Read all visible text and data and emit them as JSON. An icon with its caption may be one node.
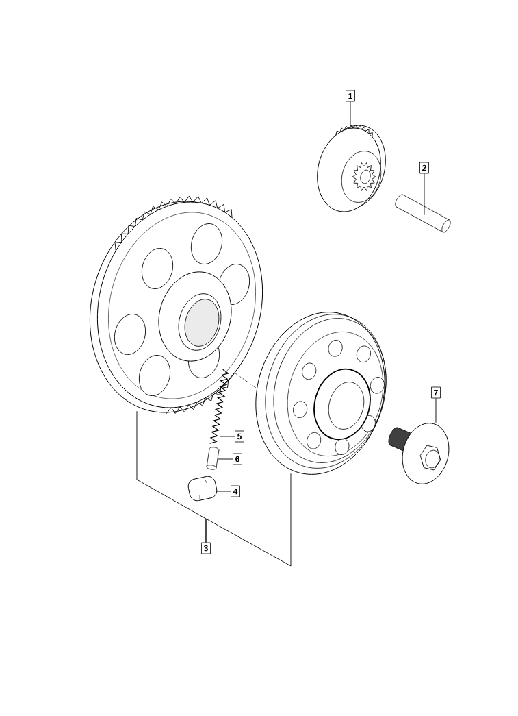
{
  "diagram": {
    "nodes": [
      {
        "text": [
          "1"
        ]
      },
      {
        "text": [
          "2"
        ]
      },
      {
        "text": [
          "7"
        ]
      },
      {
        "text": [
          "5"
        ]
      },
      {
        "text": [
          "6"
        ]
      },
      {
        "text": [
          "4"
        ]
      },
      {
        "text": [
          "3"
        ]
      },
      {
        "text": [],
        "shape": "picture"
      },
      {
        "text": [],
        "shape": "picture"
      },
      {
        "text": [],
        "shape": "picture"
      },
      {
        "text": [],
        "shape": "picture"
      },
      {
        "text": [],
        "shape": "picture"
      },
      {
        "text": [],
        "shape": "picture"
      },
      {
        "text": [],
        "shape": "picture"
      },
      {
        "text": [],
        "shape": "picture"
      }
    ],
    "edges": [
      {
        "from": 0,
        "to": 7,
        "arrow": "none"
      },
      {
        "from": 1,
        "to": 8,
        "arrow": "none"
      },
      {
        "from": 2,
        "to": 14,
        "arrow": "none"
      },
      {
        "from": 3,
        "to": 11,
        "arrow": "none"
      },
      {
        "from": 4,
        "to": 12,
        "arrow": "none"
      },
      {
        "from": 5,
        "to": 13,
        "arrow": "none"
      },
      {
        "from": 6,
        "to": 9,
        "arrow": "none"
      },
      {
        "from": 6,
        "to": 10,
        "arrow": "none"
      }
    ]
  }
}
